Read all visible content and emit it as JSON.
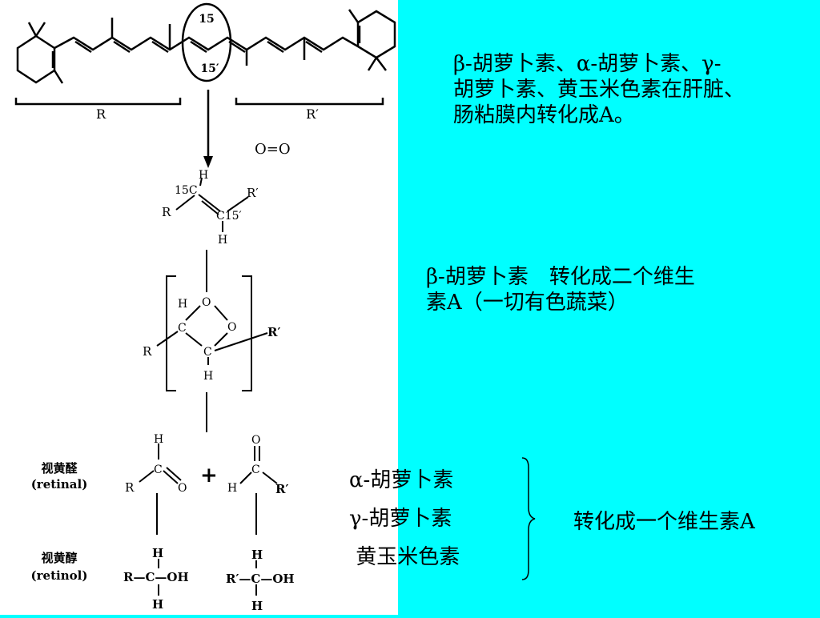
{
  "colors": {
    "background": "#00ffff",
    "panel": "#ffffff",
    "ink": "#000000"
  },
  "diagram": {
    "ring_mark_top": "15",
    "ring_mark_bottom": "15′",
    "bracket_left": "R",
    "bracket_right": "R′",
    "oxygen": "O=O",
    "intermediate1": {
      "h_top": "H",
      "c15": "15C",
      "c15p": "C15′",
      "r_left": "R",
      "r_right": "R′",
      "h_bottom": "H"
    },
    "intermediate2": {
      "h": "H",
      "o1": "O",
      "o2": "O",
      "c1": "C",
      "c2": "C",
      "r": "R",
      "rp": "R′",
      "h_bottom": "H"
    },
    "retinal_label": "视黄醛",
    "retinal_en": "(retinal)",
    "retinol_label": "视黄醇",
    "retinol_en": "(retinol)",
    "ald1": {
      "h": "H",
      "c": "C",
      "o": "O",
      "r": "R"
    },
    "plus": "+",
    "ald2": {
      "o": "O",
      "c": "C",
      "h": "H",
      "r": "R′"
    },
    "alc1": {
      "h_top": "H",
      "chain": "R—C—OH",
      "h_bottom": "H"
    },
    "alc2": {
      "h_top": "H",
      "chain": "R′—C—OH",
      "h_bottom": "H"
    }
  },
  "text": {
    "para1": [
      "β-胡萝卜素、α-胡萝卜素、γ-",
      "胡萝卜素、黄玉米色素在肝脏、",
      "肠粘膜内转化成A。"
    ],
    "para2": [
      "β-胡萝卜素　转化成二个维生",
      "素A（一切有色蔬菜）"
    ],
    "list": [
      "α-胡萝卜素",
      "γ-胡萝卜素",
      " 黄玉米色素"
    ],
    "result": "转化成一个维生素A"
  }
}
